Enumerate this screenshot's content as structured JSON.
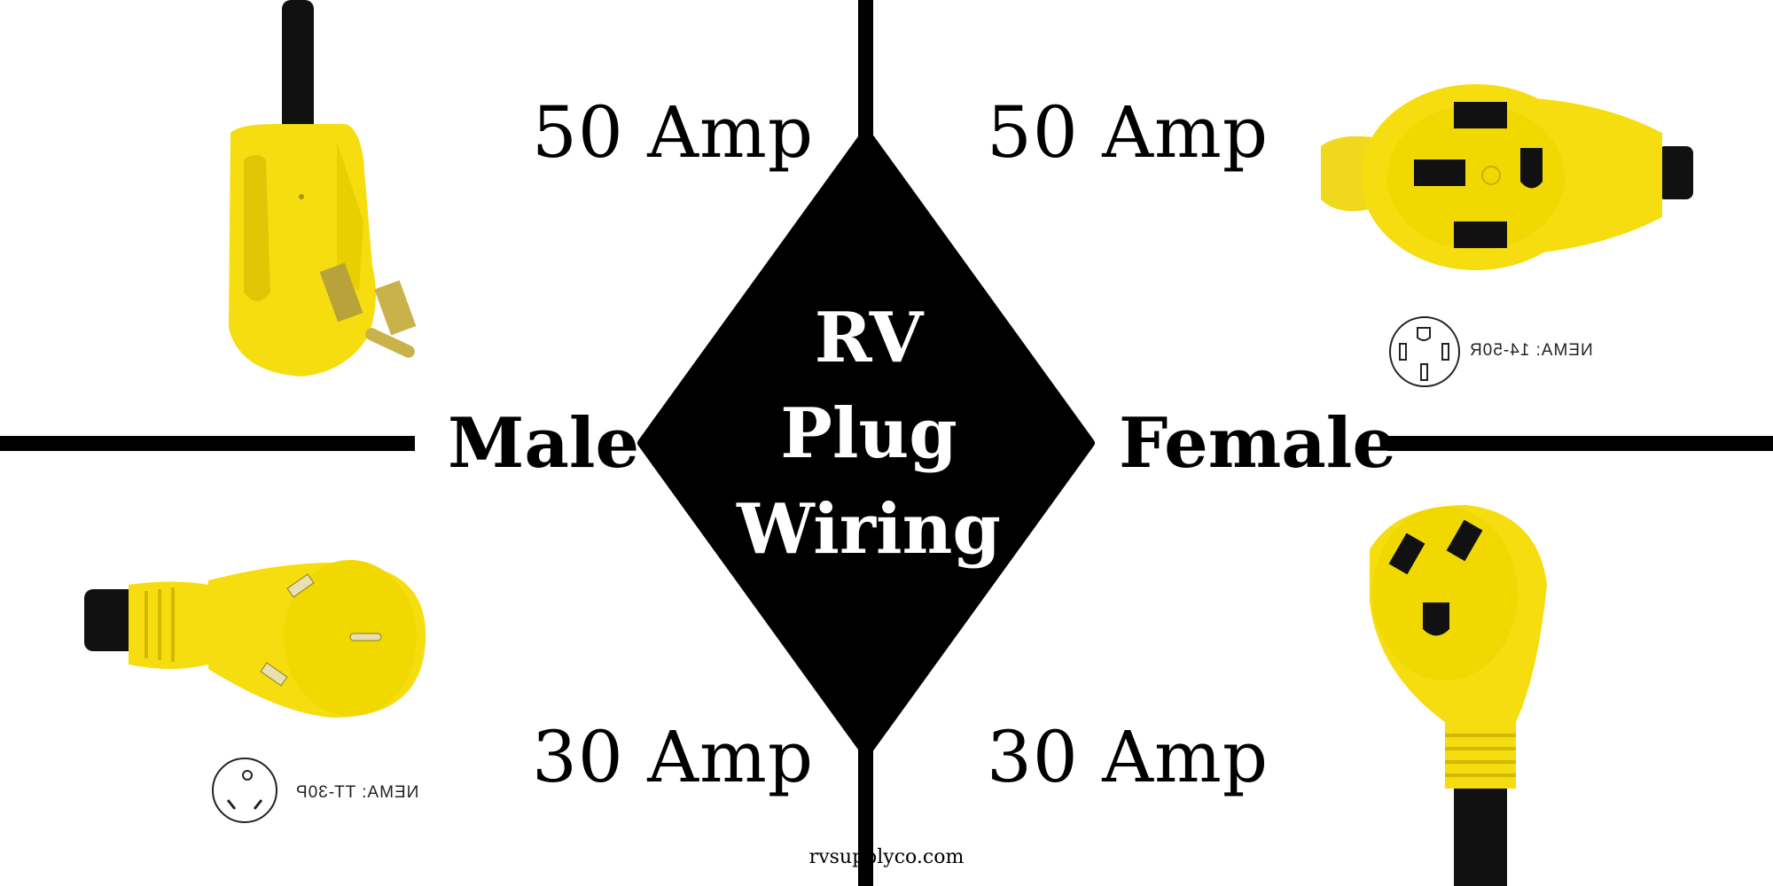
{
  "labels": {
    "top_left_amp": "50 Amp",
    "top_right_amp": "50 Amp",
    "bottom_left_amp": "30 Amp",
    "bottom_right_amp": "30 Amp",
    "male": "Male",
    "female": "Female"
  },
  "title": {
    "line1": "RV",
    "line2": "Plug",
    "line3": "Wiring"
  },
  "nema": {
    "female_50": "NEMA: 14-50R",
    "male_30": "NEMA: TT-30P"
  },
  "footer": "rvsupplyco.com",
  "colors": {
    "plug_yellow": "#f5dd10",
    "plug_shadow": "#d4b800",
    "cord_black": "#111111",
    "prong_brass": "#b8a23a"
  },
  "icons": {
    "male_50": "male-50-amp-plug-icon",
    "female_50": "female-50-amp-plug-icon",
    "male_30": "male-30-amp-plug-icon",
    "female_30": "female-30-amp-plug-icon"
  }
}
